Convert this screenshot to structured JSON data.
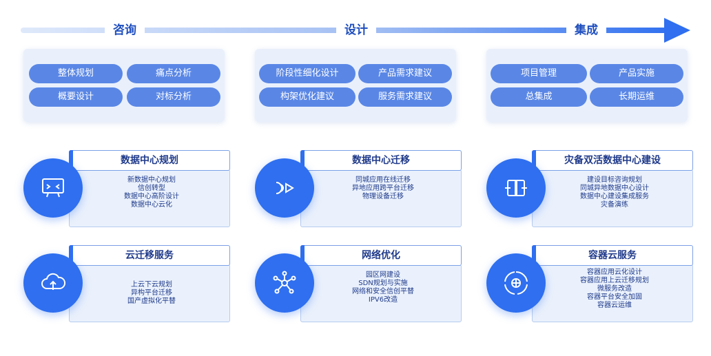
{
  "phases": [
    {
      "label": "咨询",
      "items": [
        "整体规划",
        "痛点分析",
        "概要设计",
        "对标分析"
      ]
    },
    {
      "label": "设计",
      "items": [
        "阶段性细化设计",
        "产品需求建议",
        "构架优化建议",
        "服务需求建议"
      ]
    },
    {
      "label": "集成",
      "items": [
        "项目管理",
        "产品实施",
        "总集成",
        "长期运维"
      ]
    }
  ],
  "services": [
    {
      "title": "数据中心规划",
      "icon": "monitor-icon",
      "items": [
        "新数据中心规划",
        "信创转型",
        "数据中心高阶设计",
        "数据中心云化"
      ]
    },
    {
      "title": "数据中心迁移",
      "icon": "migrate-icon",
      "items": [
        "同城应用在线迁移",
        "异地应用跨平台迁移",
        "物理设备迁移"
      ]
    },
    {
      "title": "灾备双活数据中心建设",
      "icon": "backup-icon",
      "items": [
        "建设目标咨询规划",
        "同城异地数据中心设计",
        "数据中心建设集成服务",
        "灾备演练"
      ]
    },
    {
      "title": "云迁移服务",
      "icon": "cloud-upload-icon",
      "items": [
        "上云下云规划",
        "异构平台迁移",
        "国产虚拟化平替"
      ]
    },
    {
      "title": "网络优化",
      "icon": "network-icon",
      "items": [
        "园区网建设",
        "SDN规划与实施",
        "网络和安全信创平替",
        "IPV6改造"
      ]
    },
    {
      "title": "容器云服务",
      "icon": "container-cloud-icon",
      "items": [
        "容器应用云化设计",
        "容器应用上云迁移规划",
        "微服务改造",
        "容器平台安全加固",
        "容器云运维"
      ]
    }
  ],
  "colors": {
    "accent": "#2f6ff0",
    "pill": "#5a87e6",
    "panel": "#e9f0fc",
    "title_text": "#1f3a8a"
  }
}
